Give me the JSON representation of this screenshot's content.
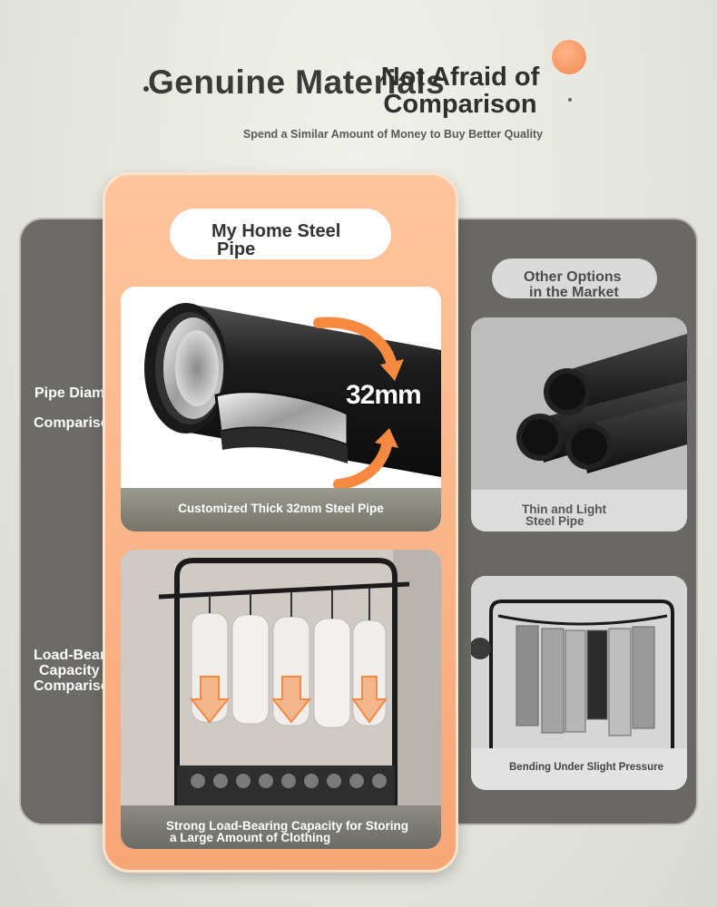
{
  "header": {
    "title_main": "Genuine Materials",
    "title_secondary_line1": "Not Afraid of",
    "title_secondary_line2": "Comparison",
    "subtitle": "Spend a Similar Amount of Money to Buy Better Quality"
  },
  "side_labels": {
    "diameter_line1": "Pipe Diameter",
    "diameter_line2": "Comparison",
    "load_line1": "Load-Bearing",
    "load_line2": "Capacity",
    "load_line3": "Comparison"
  },
  "ours": {
    "pill_line1": "My Home Steel",
    "pill_line2": "Pipe",
    "pipe_size_label": "32mm",
    "pipe_caption": "Customized Thick 32mm Steel Pipe",
    "rack_caption_line1": "Strong Load-Bearing Capacity for Storing",
    "rack_caption_line2": "a Large Amount of Clothing"
  },
  "others": {
    "pill_line1": "Other Options",
    "pill_line2": "in the Market",
    "thin_caption_line1": "Thin and Light",
    "thin_caption_line2": "Steel Pipe",
    "bend_caption": "Bending Under Slight Pressure"
  },
  "colors": {
    "accent_orange": "#f7a677",
    "panel_gray": "#6d6b68"
  },
  "icons": {
    "arrow": "down-arrow-icon"
  }
}
